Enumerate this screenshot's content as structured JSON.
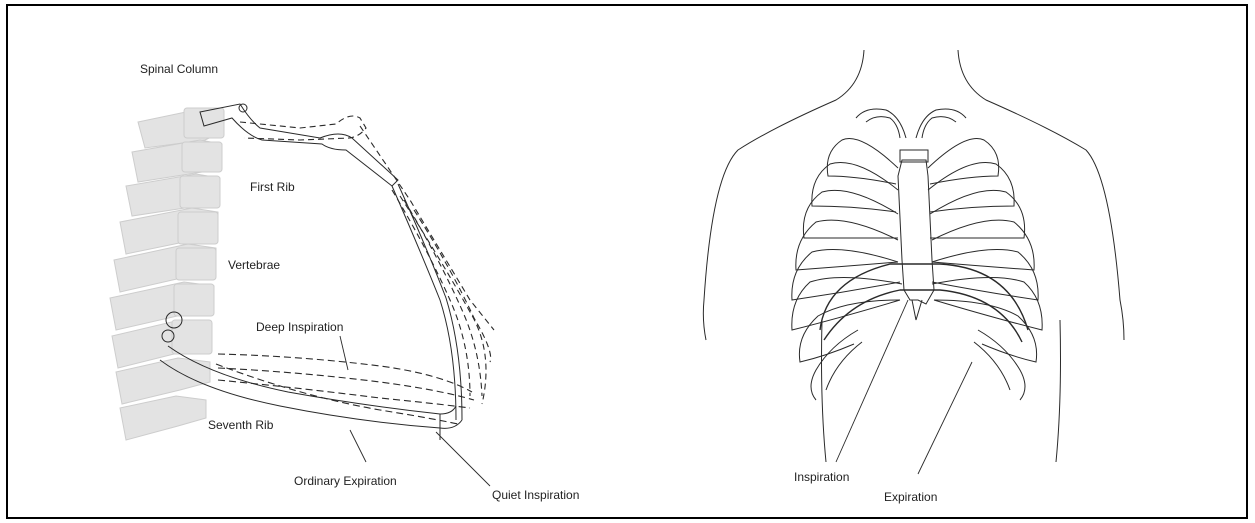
{
  "left_figure": {
    "labels": {
      "spinal_column": "Spinal Column",
      "first_rib": "First Rib",
      "vertebrae": "Vertebrae",
      "deep_inspiration": "Deep Inspiration",
      "seventh_rib": "Seventh Rib",
      "ordinary_expiration": "Ordinary Expiration",
      "quiet_inspiration": "Quiet Inspiration"
    }
  },
  "right_figure": {
    "labels": {
      "inspiration": "Inspiration",
      "expiration": "Expiration"
    }
  },
  "colors": {
    "bone_fill": "#e3e3e3",
    "bone_outline": "#c9c9c9",
    "line": "#2a2a2a"
  }
}
